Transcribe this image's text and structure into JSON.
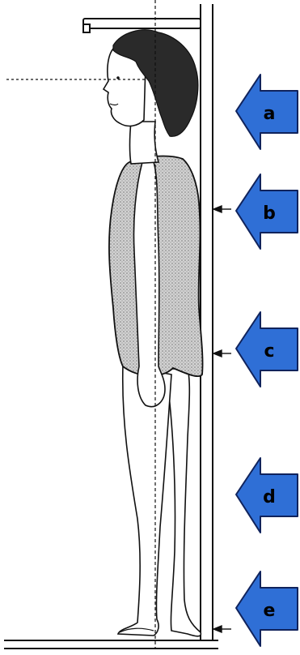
{
  "markers": [
    {
      "id": "a",
      "label": "a"
    },
    {
      "id": "b",
      "label": "b"
    },
    {
      "id": "c",
      "label": "c"
    },
    {
      "id": "d",
      "label": "d"
    },
    {
      "id": "e",
      "label": "e"
    }
  ],
  "colors": {
    "arrow_fill": "#2f6fd6",
    "arrow_stroke": "#10235c",
    "line": "#111111",
    "swimsuit": "#b9b9b9",
    "hair": "#2a2a2a",
    "background": "#ffffff"
  }
}
